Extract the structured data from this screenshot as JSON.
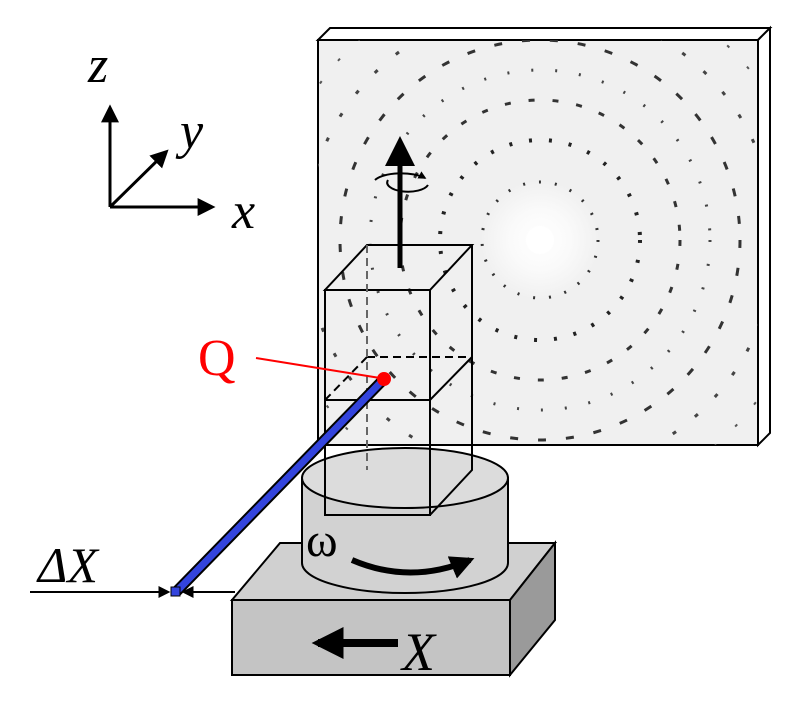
{
  "axes": {
    "z": "z",
    "y": "y",
    "x": "x"
  },
  "labels": {
    "point": "Q",
    "offset": "ΔX",
    "rotation": "ω",
    "translation": "X"
  },
  "colors": {
    "point": "#ff0000",
    "rod": "#3344dd",
    "detector": "#f2f2f2",
    "stage": "#c4c4c4",
    "cylinder": "#d2d2d2"
  }
}
